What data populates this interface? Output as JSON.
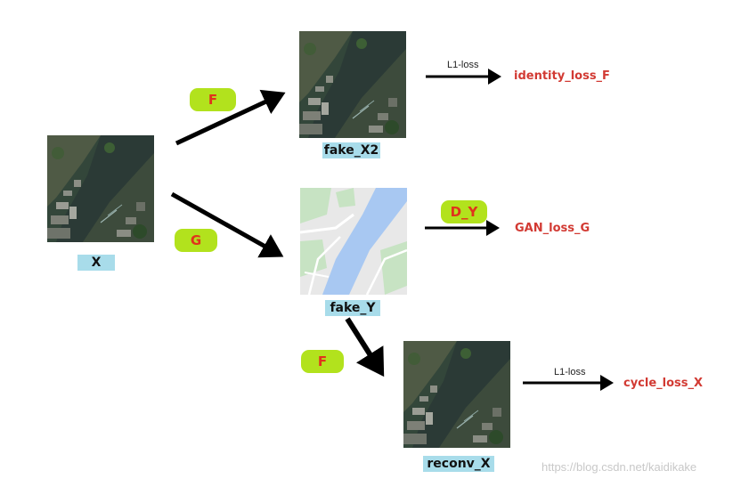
{
  "nodes": {
    "x": "X",
    "fake_x2": "fake_X2",
    "fake_y": "fake_Y",
    "reconv_x": "reconv_X"
  },
  "generators": {
    "f_top": "F",
    "g": "G",
    "d_y": "D_Y",
    "f_bottom": "F"
  },
  "losses": {
    "l1_top": "L1-loss",
    "identity": "identity_loss_F",
    "gan": "GAN_loss_G",
    "l1_bottom": "L1-loss",
    "cycle": "cycle_loss_X"
  },
  "watermark": "https://blog.csdn.net/kaidikake",
  "colors": {
    "label_bg": "#a8dcea",
    "pill_bg": "#b2e21d",
    "pill_text": "#e0331c",
    "loss_text": "#d23a33",
    "map_water": "#a8c8f2",
    "map_land": "#e8e8e8",
    "map_park": "#c7e3c3",
    "satellite_water": "#2b3a36"
  }
}
